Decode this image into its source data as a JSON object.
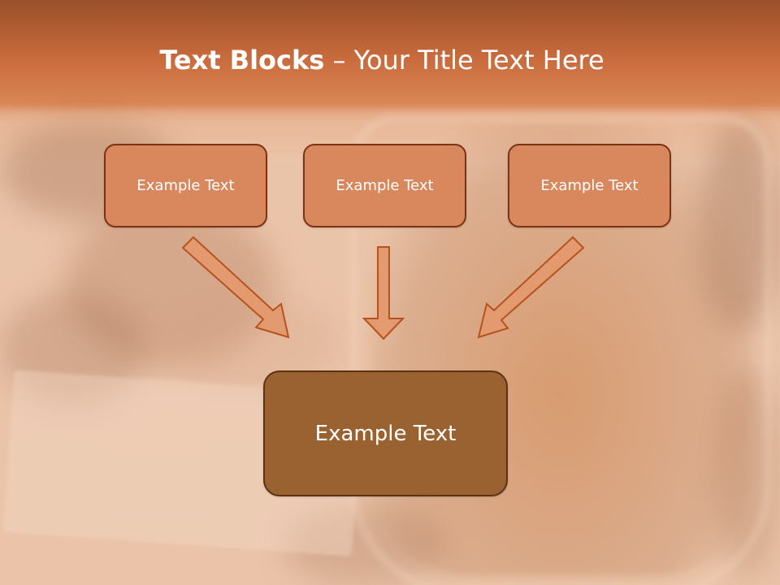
{
  "slide": {
    "title_bold": "Text Blocks",
    "title_rest": " – Your Title Text Here",
    "blocks": [
      {
        "text": "Example Text"
      },
      {
        "text": "Example Text"
      },
      {
        "text": "Example Text"
      }
    ],
    "main_block": {
      "text": "Example Text"
    }
  },
  "colors": {
    "header_top": "#9a4f29",
    "header_bottom": "#d98453",
    "box_fill": "#d9875c",
    "box_border": "#7a3414",
    "main_box_fill": "#9b6231",
    "arrow_fill": "#e39a6f",
    "arrow_stroke": "#b5531f"
  }
}
